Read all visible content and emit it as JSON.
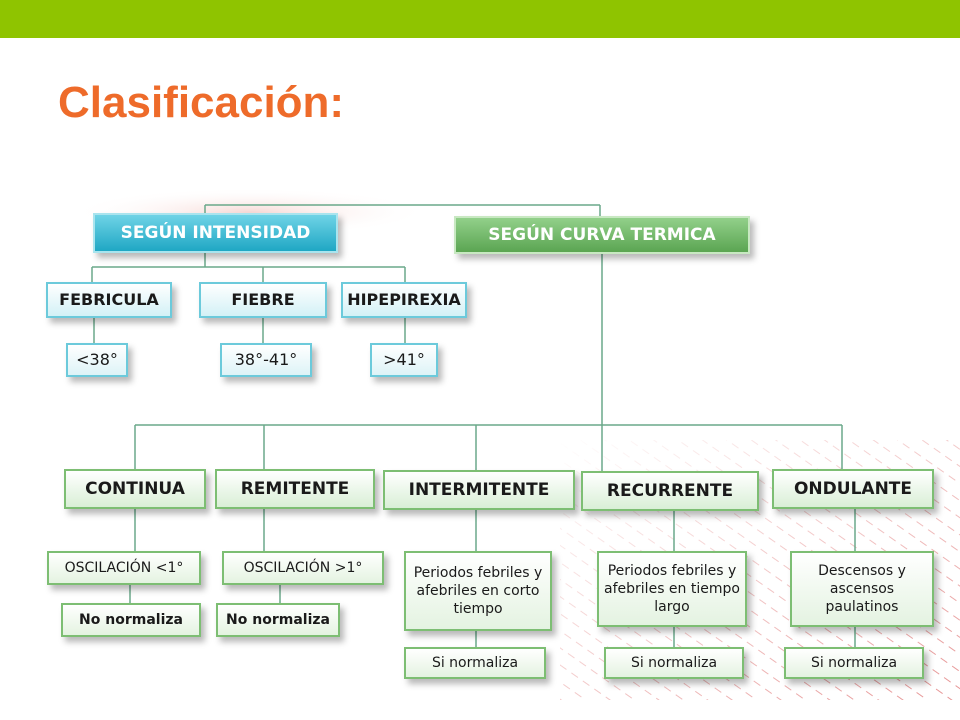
{
  "slide": {
    "title": "Clasificación:",
    "accent_color": "#8fc400",
    "title_color": "#ee6b2a"
  },
  "diagram": {
    "intensidad": {
      "label": "SEGÚN INTENSIDAD",
      "children": [
        {
          "label": "FEBRICULA",
          "value": "<38°"
        },
        {
          "label": "FIEBRE",
          "value": "38°-41°"
        },
        {
          "label": "HIPEPIREXIA",
          "value": ">41°"
        }
      ]
    },
    "curva": {
      "label": "SEGÚN CURVA TERMICA",
      "children": [
        {
          "label": "CONTINUA",
          "detail": "OSCILACIÓN <1°",
          "result": "No normaliza"
        },
        {
          "label": "REMITENTE",
          "detail": "OSCILACIÓN >1°",
          "result": "No normaliza"
        },
        {
          "label": "INTERMITENTE",
          "detail": "Periodos febriles y afebriles en corto tiempo",
          "result": "Si normaliza"
        },
        {
          "label": "RECURRENTE",
          "detail": "Periodos febriles y afebriles en tiempo largo",
          "result": "Si normaliza"
        },
        {
          "label": "ONDULANTE",
          "detail": "Descensos y ascensos paulatinos",
          "result": "Si normaliza"
        }
      ]
    }
  }
}
